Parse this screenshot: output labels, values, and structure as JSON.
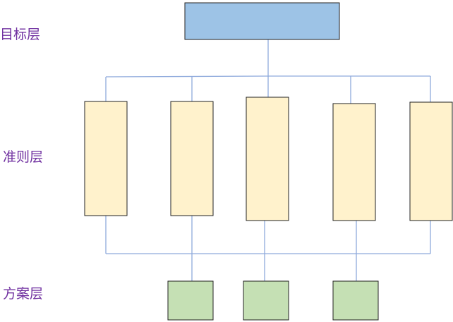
{
  "layers": {
    "target_label": "目标层",
    "criteria_label": "准则层",
    "scheme_label": "方案层"
  },
  "structure": {
    "target_nodes": 1,
    "criteria_nodes": 5,
    "scheme_nodes": 3
  },
  "colors": {
    "label_text": "#7030a0",
    "target_fill": "#9dc3e6",
    "criteria_fill": "#fff2cc",
    "scheme_fill": "#c5e0b4",
    "connector": "#8faadc",
    "box_border": "#222222"
  }
}
